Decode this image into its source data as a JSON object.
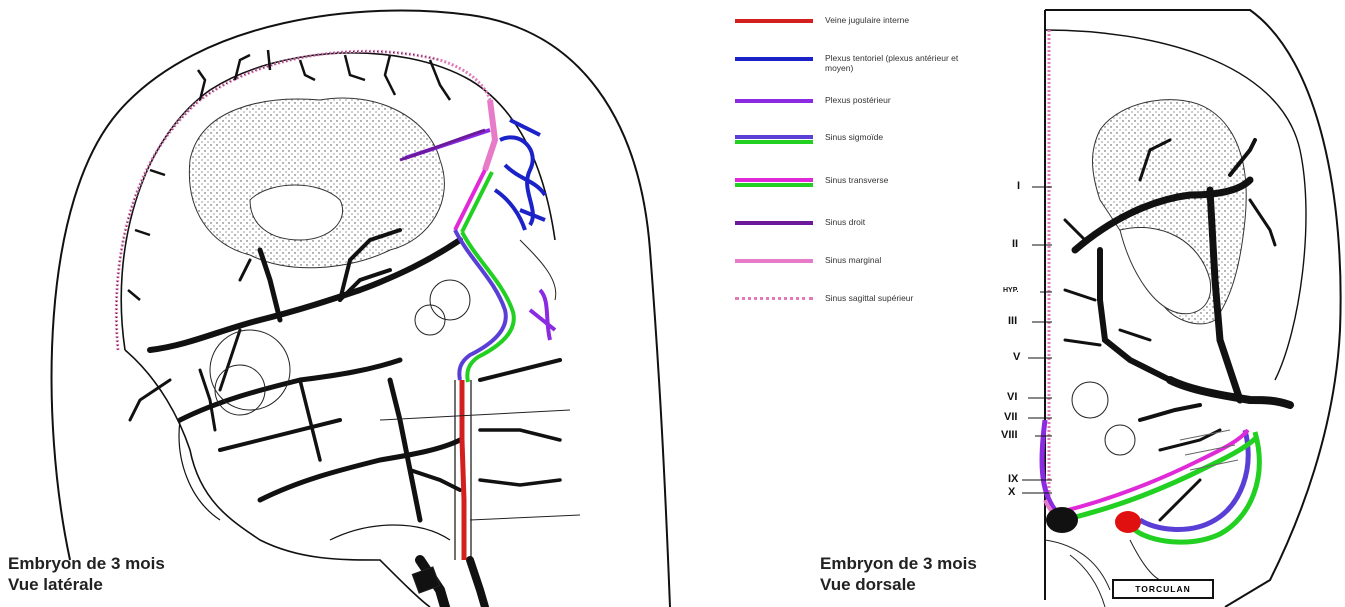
{
  "colors": {
    "veine_jugulaire_interne": "#d41f1f",
    "plexus_tentoriel": "#1a22c8",
    "plexus_posterieur": "#8a2be2",
    "sinus_sigmoide_a": "#5a3fd6",
    "sinus_sigmoide_b": "#22d022",
    "sinus_transverse_a": "#e02ad8",
    "sinus_transverse_b": "#22d022",
    "sinus_droit": "#6a1a9a",
    "sinus_marginal": "#e87bc8",
    "sinus_sagittal_superieur": "#e07ab8",
    "vessel": "#111111",
    "stipple": "#444444"
  },
  "legend": [
    {
      "label": "Veine jugulaire interne",
      "style": "single",
      "color_key": "veine_jugulaire_interne"
    },
    {
      "label": "Plexus tentoriel (plexus antérieur et moyen)",
      "style": "single",
      "color_key": "plexus_tentoriel"
    },
    {
      "label": "Plexus postérieur",
      "style": "single",
      "color_key": "plexus_posterieur"
    },
    {
      "label": "Sinus sigmoïde",
      "style": "double",
      "color_key": "sinus_sigmoide_a",
      "color_key2": "sinus_sigmoide_b"
    },
    {
      "label": "Sinus transverse",
      "style": "double",
      "color_key": "sinus_transverse_a",
      "color_key2": "sinus_transverse_b"
    },
    {
      "label": "Sinus droit",
      "style": "single",
      "color_key": "sinus_droit"
    },
    {
      "label": "Sinus marginal",
      "style": "single",
      "color_key": "sinus_marginal"
    },
    {
      "label": "Sinus sagittal supérieur",
      "style": "dotted",
      "color_key": "sinus_sagittal_superieur"
    }
  ],
  "captions": {
    "left_line1": "Embryon de 3 mois",
    "left_line2": "Vue latérale",
    "right_line1": "Embryon de 3 mois",
    "right_line2": "Vue dorsale"
  },
  "nerve_labels": [
    "I",
    "II",
    "HYP.",
    "III",
    "V",
    "VI",
    "VII",
    "VIII",
    "IX",
    "X"
  ],
  "torcular_label": "TORCULAN"
}
